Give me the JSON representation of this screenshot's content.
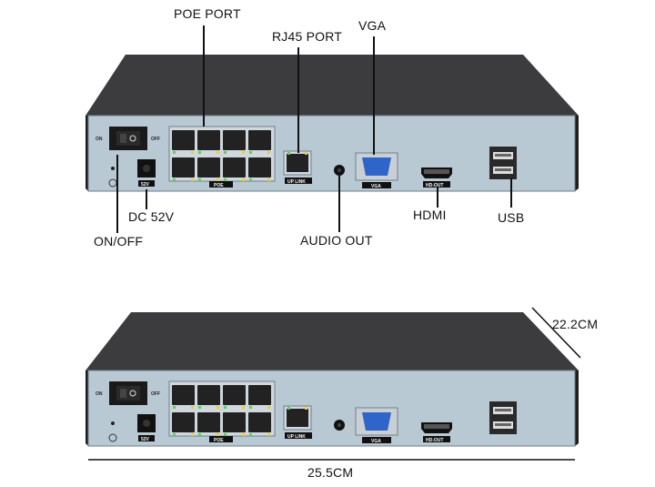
{
  "callouts": {
    "poe_port": "POE PORT",
    "rj45_port": "RJ45 PORT",
    "vga": "VGA",
    "dc": "DC 52V",
    "on_off": "ON/OFF",
    "hdmi": "HDMI",
    "usb": "USB",
    "audio_out": "AUDIO OUT"
  },
  "panel_labels": {
    "on": "ON",
    "off": "OFF",
    "voltage": "52V",
    "poe": "POE",
    "uplink": "UP LINK",
    "vga": "VGA",
    "hdout": "HD-OUT"
  },
  "dimensions": {
    "depth": "22.2CM",
    "width": "25.5CM"
  },
  "colors": {
    "chassis_top": "#3c3c3e",
    "chassis_side": "#1e1e20",
    "back_panel": "#b9c9d4",
    "vga_blue": "#2f64c8",
    "led_green": "#5cd05c",
    "led_yellow": "#e8d030"
  }
}
